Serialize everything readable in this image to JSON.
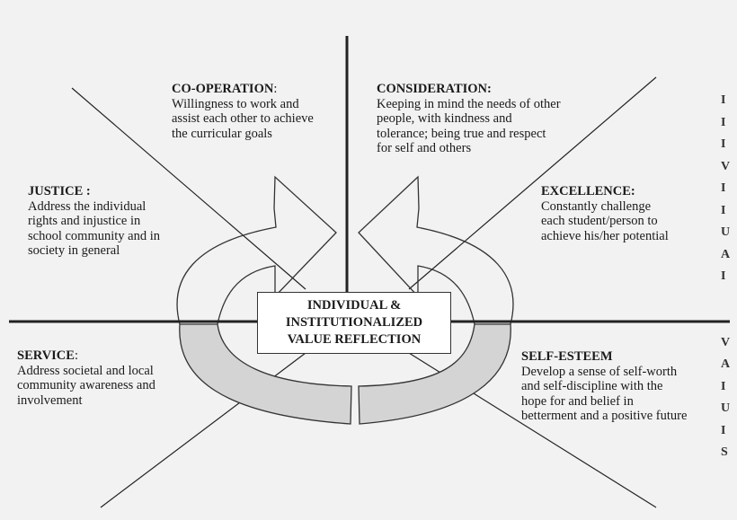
{
  "center": {
    "title": "INDIVIDUAL &\nINSTITUTIONALIZED\nVALUE REFLECTION"
  },
  "values": {
    "cooperation": {
      "heading": "CO-OPERATION",
      "suffix": ":",
      "text": "Willingness to work and\nassist each other to achieve\nthe curricular goals"
    },
    "consideration": {
      "heading": "CONSIDERATION:",
      "suffix": "",
      "text": "Keeping in mind the needs of other\npeople, with kindness and\ntolerance; being true and respect\nfor self and others"
    },
    "justice": {
      "heading": "JUSTICE :",
      "suffix": "",
      "text": "Address the individual\nrights and injustice in\nschool community and in\nsociety in general"
    },
    "excellence": {
      "heading": "EXCELLENCE:",
      "suffix": "",
      "text": "Constantly challenge\neach student/person to\nachieve his/her potential"
    },
    "service": {
      "heading": "SERVICE",
      "suffix": ":",
      "text": "Address societal and local\ncommunity awareness and\ninvolvement"
    },
    "selfesteem": {
      "heading": "SELF-ESTEEM",
      "suffix": "",
      "text": "Develop a sense of self-worth\nand self-discipline with the\nhope for and belief in\nbetterment and a positive future"
    }
  },
  "edge_letters": [
    "I",
    "I",
    "I",
    "V",
    "I",
    "I",
    "U",
    "A",
    "I",
    "",
    "",
    "V",
    "A",
    "I",
    "U",
    "I",
    "S"
  ],
  "colors": {
    "lines": "#222222",
    "arrow_fill": "#d4d4d4",
    "arrow_stroke": "#333333"
  }
}
